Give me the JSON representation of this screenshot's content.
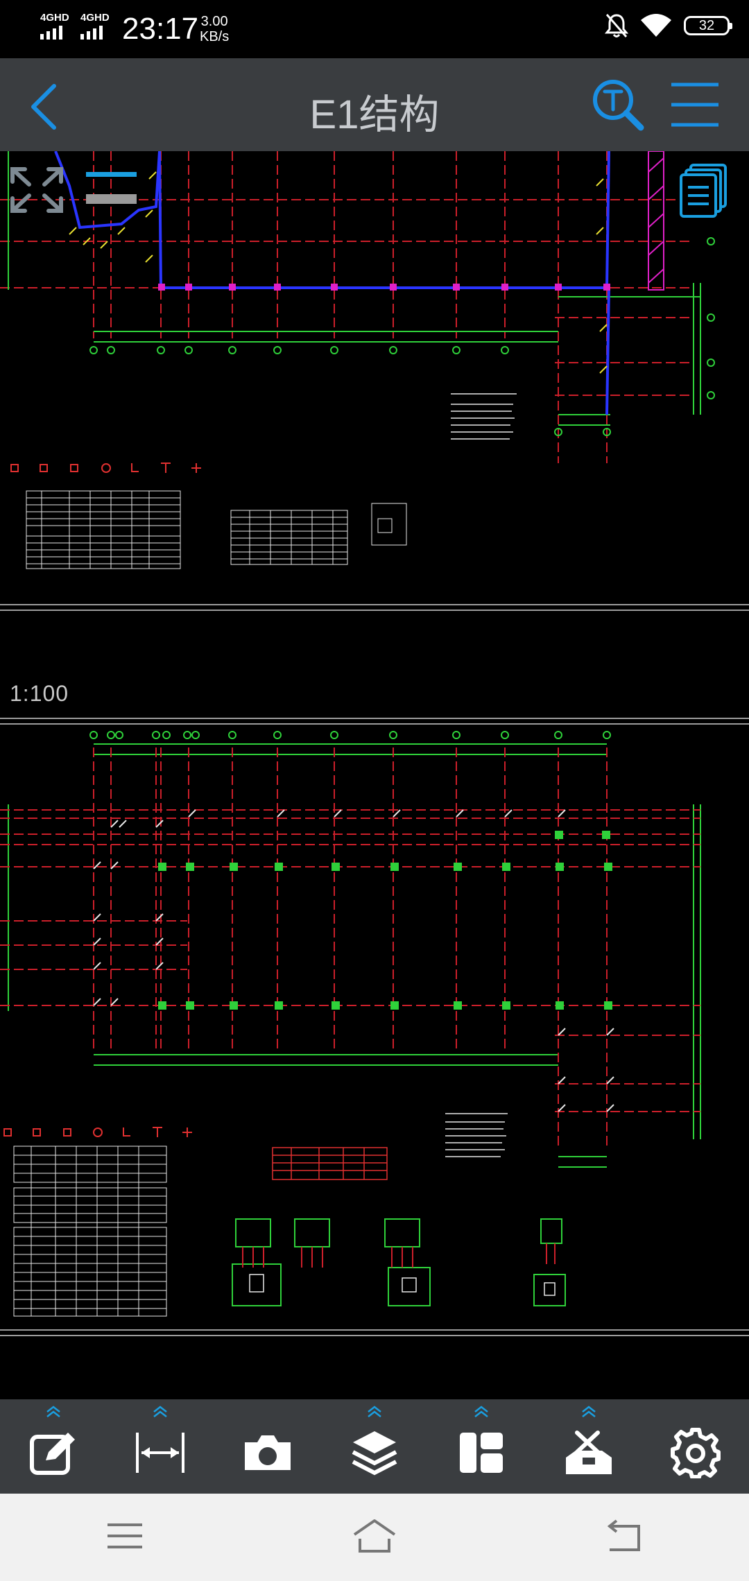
{
  "status_bar": {
    "sim1_label": "4GHD",
    "sim2_label": "4GHD",
    "time": "23:17",
    "speed_value": "3.00",
    "speed_unit": "KB/s",
    "battery": "32",
    "icons": [
      "signal-icon",
      "bell-off-icon",
      "wifi-icon",
      "battery-icon"
    ]
  },
  "title_bar": {
    "title": "E1结构",
    "back_icon": "chevron-left-icon",
    "search_icon": "text-search-icon",
    "menu_icon": "hamburger-menu-icon",
    "accent_color": "#1a8fe3"
  },
  "canvas": {
    "scale_label": "1:100",
    "background": "#000000",
    "colors": {
      "grid_red": "#cc1f2a",
      "grid_green": "#2fd13a",
      "wall_blue": "#2a35ff",
      "column_magenta": "#e020c8",
      "table_white": "#e8e8e8",
      "annotation_yellow": "#e8e030"
    },
    "overlay_icons": [
      "fullscreen-icon",
      "layout-pages-icon"
    ]
  },
  "toolbar": {
    "tools": [
      {
        "name": "annotate",
        "icon": "pencil-edit-icon"
      },
      {
        "name": "measure",
        "icon": "measure-icon"
      },
      {
        "name": "screenshot",
        "icon": "camera-icon"
      },
      {
        "name": "layers",
        "icon": "layers-icon"
      },
      {
        "name": "layout",
        "icon": "layout-icon"
      },
      {
        "name": "tools",
        "icon": "toolbox-icon"
      },
      {
        "name": "settings",
        "icon": "gear-icon"
      }
    ]
  },
  "nav_bar": {
    "icons": [
      "recent-apps-icon",
      "home-icon",
      "back-icon"
    ]
  }
}
